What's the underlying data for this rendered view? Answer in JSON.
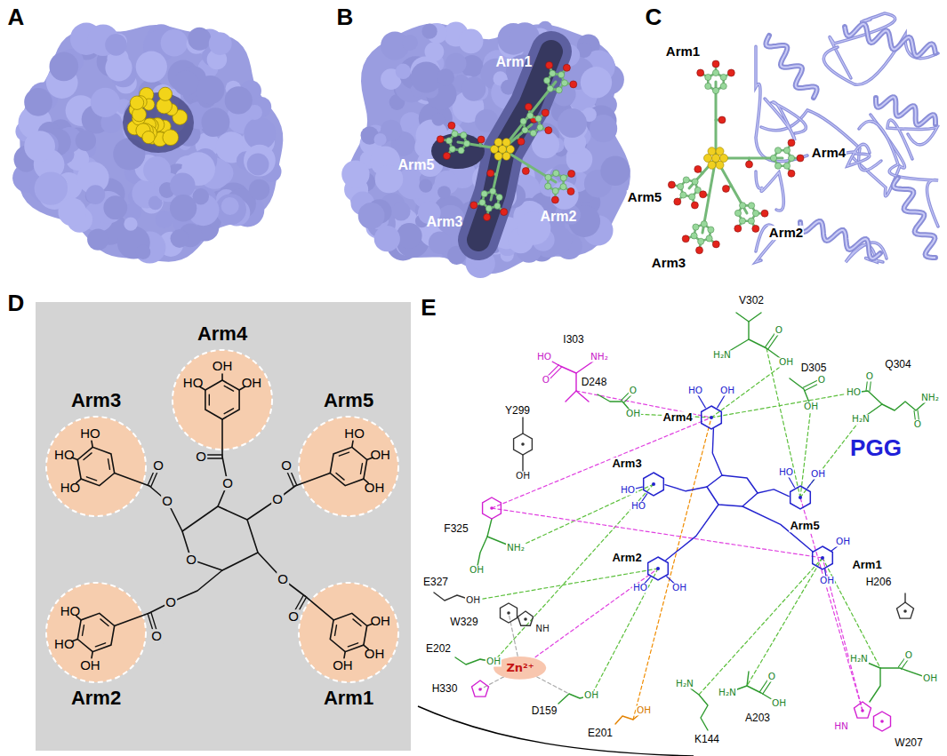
{
  "diagram": {
    "nodes": [
      {
        "text": [
          "Arm4",
          "HO",
          "OH",
          "OH"
        ]
      },
      {
        "text": [
          "Arm3",
          "HO",
          "HO",
          "HO"
        ]
      },
      {
        "text": [
          "Arm5",
          "HO",
          "OH",
          "OH"
        ]
      },
      {
        "text": [
          "Arm2",
          "OH",
          "HO",
          "HO"
        ]
      },
      {
        "text": [
          "Arm1",
          "OH",
          "OH",
          "OH"
        ]
      },
      {
        "text": [
          "Zn²⁺"
        ]
      }
    ],
    "labels": [
      "A",
      "B",
      "Arm1",
      "Arm5",
      "Arm3",
      "Arm2",
      "C",
      "Arm1",
      "Arm4",
      "Arm5",
      "Arm2",
      "Arm3",
      "D",
      "O",
      "O",
      "O",
      "O",
      "O",
      "O",
      "O",
      "O",
      "O",
      "O",
      "O",
      "E",
      "PGG",
      "I303",
      "V302",
      "D305",
      "Q304",
      "D248",
      "Y299",
      "F325",
      "E327",
      "W329",
      "E202",
      "H330",
      "D159",
      "E201",
      "K144",
      "A203",
      "W207",
      "H206",
      "Arm4",
      "Arm3",
      "Arm5",
      "Arm1",
      "Arm2",
      "HO",
      "NH₂",
      "O",
      "H₂N",
      "O",
      "OH",
      "O",
      "OH",
      "HO",
      "O",
      "H₂N",
      "O",
      "NH₂",
      "O",
      "OH",
      "OH",
      "NH₂",
      "OH",
      "OH",
      "NH",
      "OH",
      "OH",
      "OH",
      "H₂N",
      "H₂N",
      "O",
      "OH",
      "H₂N",
      "O",
      "OH",
      "HN",
      "HO",
      "OH",
      "HO",
      "HO",
      "HO",
      "OH",
      "OH",
      "OH",
      "HO",
      "OH"
    ]
  }
}
